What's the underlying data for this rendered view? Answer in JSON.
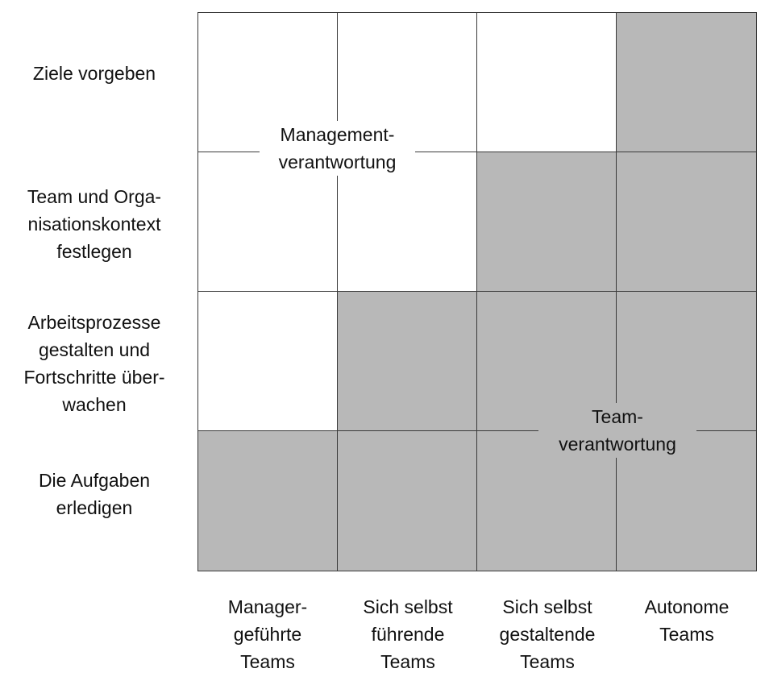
{
  "row_labels": [
    [
      "Ziele vorgeben"
    ],
    [
      "Team und Orga-",
      "nisationskontext",
      "festlegen"
    ],
    [
      "Arbeitsprozesse",
      "gestalten und",
      "Fortschritte über-",
      "wachen"
    ],
    [
      "Die Aufgaben",
      "erledigen"
    ]
  ],
  "column_labels": [
    [
      "Manager-",
      "geführte",
      "Teams"
    ],
    [
      "Sich selbst",
      "führende",
      "Teams"
    ],
    [
      "Sich selbst",
      "gestaltende",
      "Teams"
    ],
    [
      "Autonome",
      "Teams"
    ]
  ],
  "grid": {
    "fill": [
      [
        false,
        false,
        false,
        true
      ],
      [
        false,
        false,
        true,
        true
      ],
      [
        false,
        true,
        true,
        true
      ],
      [
        true,
        true,
        true,
        true
      ]
    ],
    "colors": {
      "management": "#ffffff",
      "team": "#b8b8b8",
      "line": "#3a3a3a"
    }
  },
  "zone_labels": {
    "management": [
      "Management-",
      "verantwortung"
    ],
    "team": [
      "Team-",
      "verantwortung"
    ]
  }
}
